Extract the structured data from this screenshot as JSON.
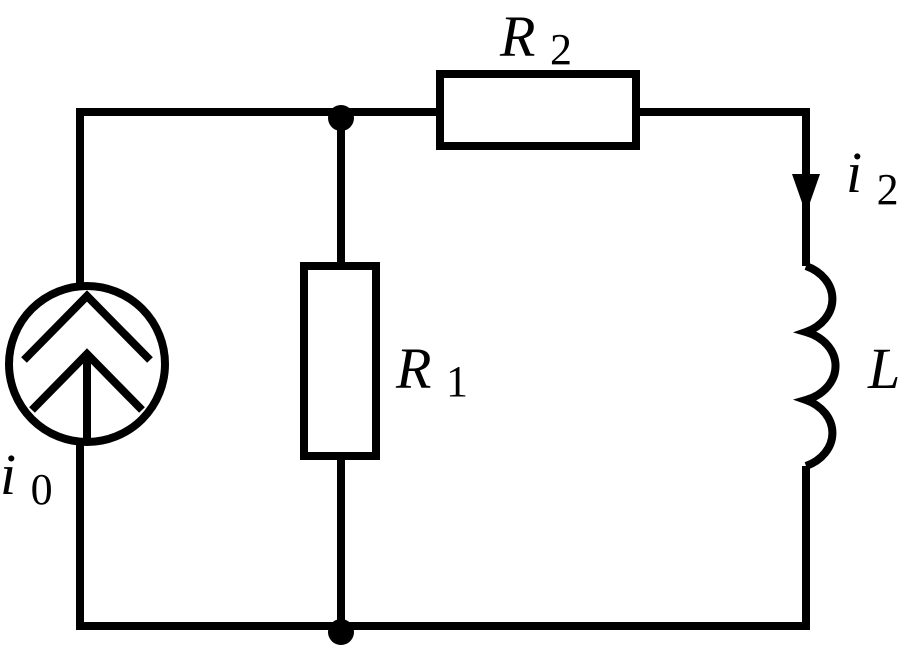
{
  "labels": {
    "r2": {
      "main": "R",
      "sub": "2"
    },
    "r1": {
      "main": "R",
      "sub": "1"
    },
    "inductor": {
      "main": "L"
    },
    "i2": {
      "main": "i",
      "sub": "2"
    },
    "i0": {
      "main": "i",
      "sub": "0"
    }
  },
  "colors": {
    "stroke": "#000000",
    "background": "#ffffff"
  }
}
